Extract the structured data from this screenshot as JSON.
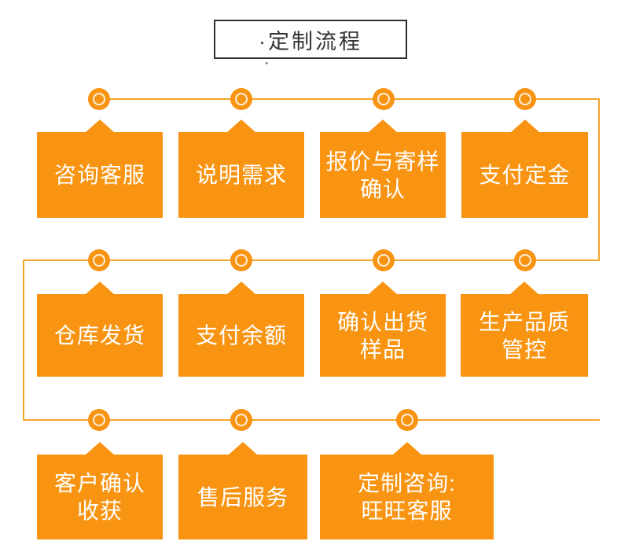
{
  "title": {
    "text": "·定制流程",
    "stray_dot": "·"
  },
  "colors": {
    "orange_main": "#F89411",
    "orange_line": "#F5A427",
    "node_ring": "rgba(255,255,255,0.85)",
    "title_text": "#333333",
    "title_border": "#2E2E2E",
    "step_text": "#FFFFFF",
    "background": "#FFFFFF"
  },
  "rows": [
    {
      "steps": [
        {
          "label": "咨询客服"
        },
        {
          "label": "说明需求"
        },
        {
          "label": "报价与寄样\n确认"
        },
        {
          "label": "支付定金"
        }
      ]
    },
    {
      "steps": [
        {
          "label": "仓库发货"
        },
        {
          "label": "支付余额"
        },
        {
          "label": "确认出货\n样品"
        },
        {
          "label": "生产品质\n管控"
        }
      ]
    },
    {
      "steps": [
        {
          "label": "客户确认\n收获"
        },
        {
          "label": "售后服务"
        },
        {
          "label": "定制咨询:\n旺旺客服"
        }
      ]
    }
  ]
}
